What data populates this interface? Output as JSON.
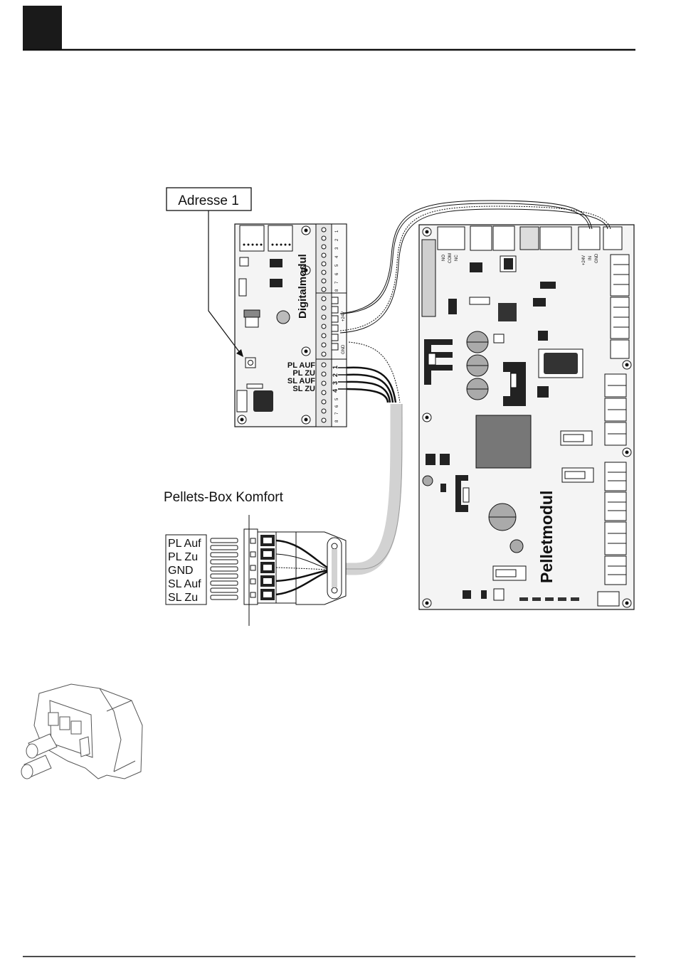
{
  "header": {
    "section_marker": ""
  },
  "digital_board": {
    "address_label": "Adresse 1",
    "title": "Digitalmodul",
    "terminal_labels": [
      "PL AUF",
      "PL ZU",
      "SL AUF",
      "SL ZU"
    ],
    "terminal_numbers_top": [
      "1",
      "2",
      "3",
      "4",
      "5",
      "6",
      "7",
      "8"
    ],
    "terminal_numbers_bottom": [
      "1",
      "2",
      "3",
      "4",
      "5",
      "6",
      "7",
      "8"
    ],
    "power_labels": [
      "+24V",
      "GND"
    ]
  },
  "pellet_board": {
    "title": "Pelletmodul",
    "relay_labels": [
      "NO",
      "COM",
      "NC"
    ],
    "input_labels": [
      "+24V",
      "IN",
      "GND"
    ]
  },
  "pellets_box": {
    "title": "Pellets-Box Komfort",
    "connector_labels": [
      "PL Auf",
      "PL Zu",
      "GND",
      "SL Auf",
      "SL Zu"
    ]
  },
  "colors": {
    "line": "#111111",
    "cable": "#d2d2d2",
    "board": "#f4f4f4",
    "header_block": "#1a1a1a"
  }
}
